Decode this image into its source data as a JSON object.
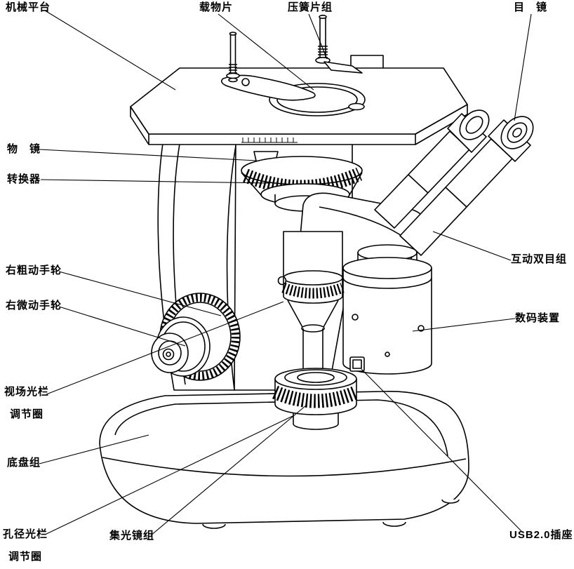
{
  "figure": {
    "name": "inverted-metallurgical-microscope-part-diagram"
  },
  "labels": {
    "stage": "机械平台",
    "slide": "载物片",
    "spring_clips": "压簧片组",
    "eyepiece": "目　镜",
    "objective": "物　镜",
    "nosepiece": "转换器",
    "coarse_knob": "右粗动手轮",
    "fine_knob": "右微动手轮",
    "field_diaphragm_1": "视场光栏",
    "field_diaphragm_2": "调节圈",
    "base": "底盘组",
    "aperture_diaphragm_1": "孔径光栏",
    "aperture_diaphragm_2": "调节圈",
    "condenser": "集光镜组",
    "usb": "USB2.0插座",
    "binocular": "互动双目组",
    "digital_device": "数码装置"
  },
  "colors": {
    "line": "#000000",
    "background": "#ffffff"
  }
}
